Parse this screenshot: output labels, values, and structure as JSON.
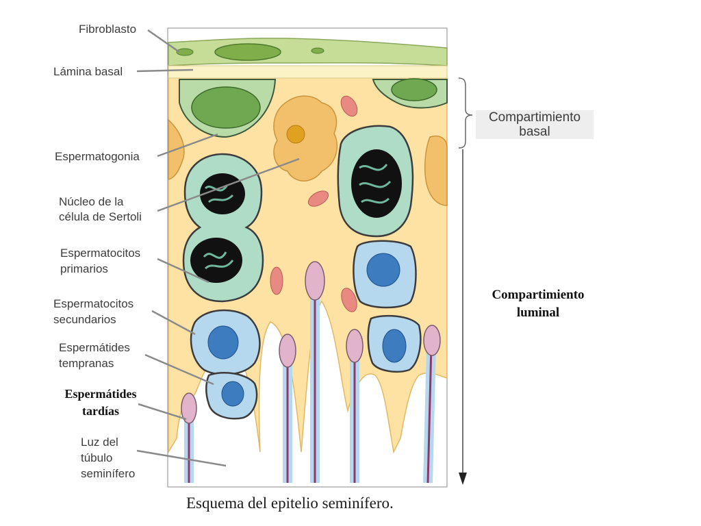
{
  "labels": {
    "fibroblasto": "Fibroblasto",
    "lamina_basal": "Lámina basal",
    "espermatogonia": "Espermatogonia",
    "nucleo_sertoli": "Núcleo de la\ncélula de Sertoli",
    "espermatocitos_primarios": "Espermatocitos\nprimarios",
    "espermatocitos_secundarios": "Espermatocitos\nsecundarios",
    "espermatides_tempranas": "Espermátides\ntempranas",
    "espermatides_tardias": "Espermátides\ntardías",
    "luz_tubulo": "Luz del\ntúbulo\nseminífero"
  },
  "compartments": {
    "basal": "Compartimiento\nbasal",
    "luminal": "Compartimiento\nluminal"
  },
  "caption": "Esquema del epitelio seminífero.",
  "colors": {
    "sertoli": "#fde2a4",
    "spermatogonia": "#b8dba8",
    "spermatocyte": "#aedcc7",
    "spermatid": "#b6d8ef",
    "late_spermatid": "#e2b4cc",
    "fibroblast": "#c6dd98",
    "basal_lamina": "#fbf3c6"
  }
}
